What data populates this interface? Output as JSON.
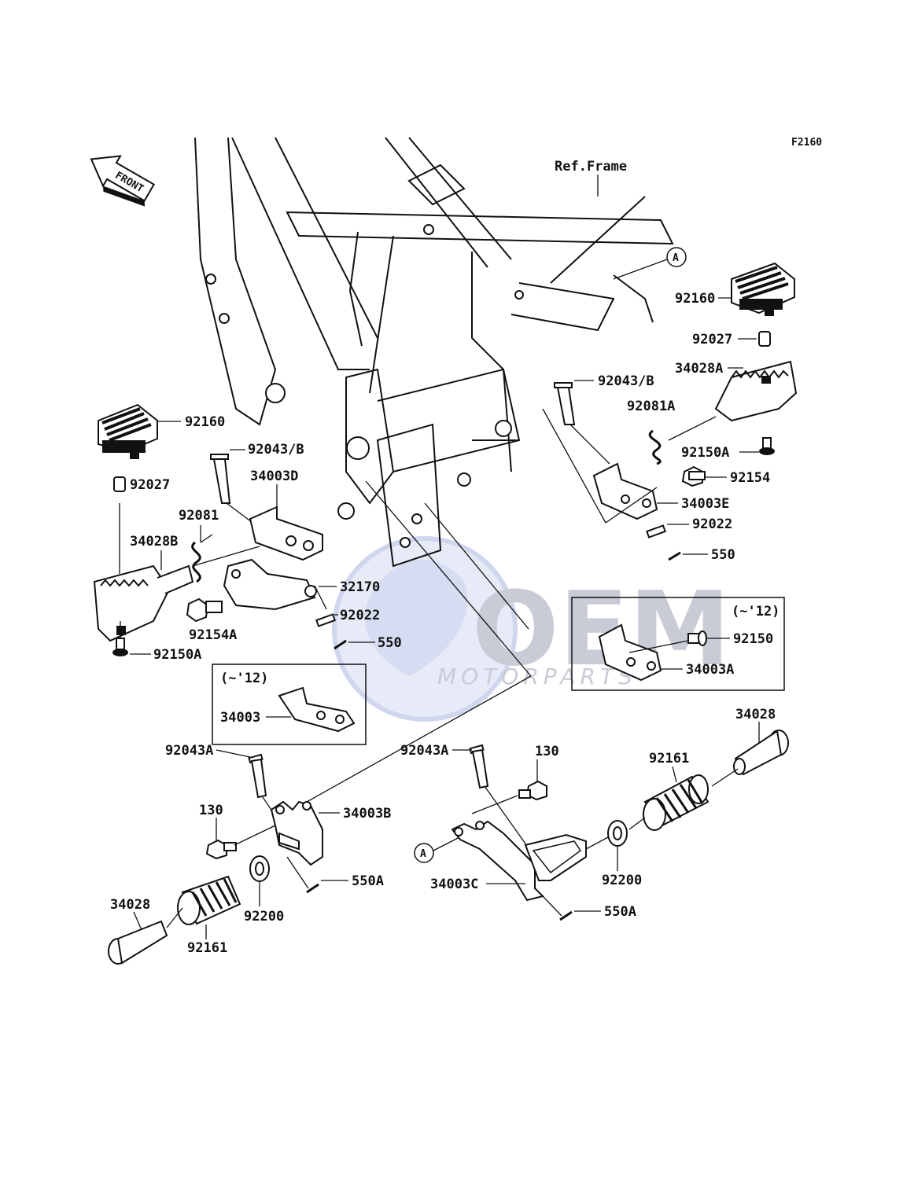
{
  "figure_code": "F2160",
  "front_arrow_label": "FRONT",
  "ref_frame_label": "Ref.Frame",
  "ref_marker": "A",
  "watermark": {
    "brand": "OEM",
    "sub": "MOTORPARTS",
    "color": "#c9ccd6"
  },
  "variant_note": "(~'12)",
  "labels": {
    "p92160_left": "92160",
    "p92027_left": "92027",
    "p92081": "92081",
    "p34028B": "34028B",
    "p92154A": "92154A",
    "p92150A_left": "92150A",
    "p92043B_left": "92043/B",
    "p34003D": "34003D",
    "p32170": "32170",
    "p92022_left": "92022",
    "p550_left": "550",
    "p34003": "34003",
    "p92160_right": "92160",
    "p92027_right": "92027",
    "p34028A": "34028A",
    "p92043B_right": "92043/B",
    "p92081A": "92081A",
    "p92150A_right": "92150A",
    "p92154": "92154",
    "p34003E": "34003E",
    "p92022_right": "92022",
    "p550_right": "550",
    "p92150": "92150",
    "p34003A": "34003A",
    "p92043A_left": "92043A",
    "p130_left": "130",
    "p34003B": "34003B",
    "p550A_left": "550A",
    "p34028_left": "34028",
    "p92161_left": "92161",
    "p92200_left": "92200",
    "p92043A_right": "92043A",
    "p130_right": "130",
    "p34003C": "34003C",
    "p550A_right": "550A",
    "p92161_right": "92161",
    "p34028_right": "34028",
    "p92200_right": "92200"
  }
}
